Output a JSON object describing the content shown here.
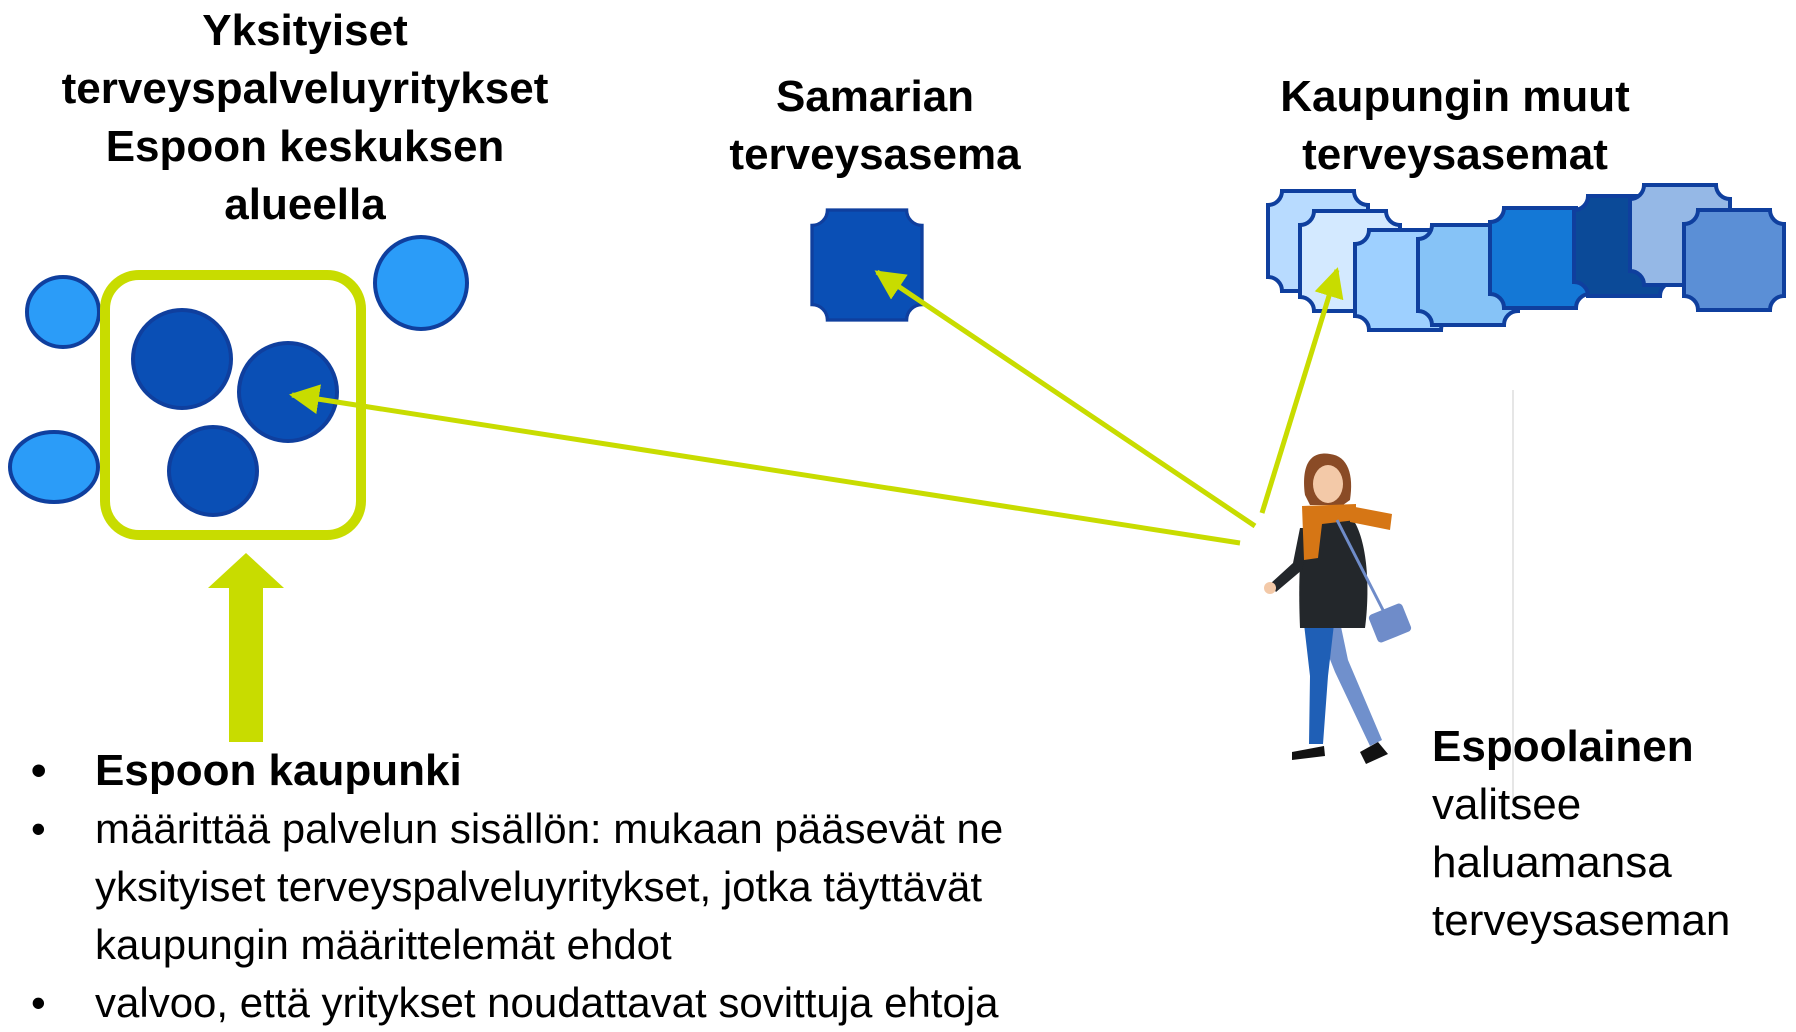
{
  "titles": {
    "private": "Yksityiset terveyspalveluyritykset Espoon keskuksen alueella",
    "samaria": "Samarian terveysasema",
    "other_stations": "Kaupungin muut terveysasemat"
  },
  "resident": {
    "name": "Espoolainen",
    "desc": "valitsee\nhaluamansa\nterveysaseman"
  },
  "city_list": [
    "Espoon kaupunki",
    "määrittää palvelun sisällön: mukaan pääsevät ne yksityiset terveyspalveluyritykset, jotka täyttävät kaupungin määrittelemät ehdot",
    "valvoo, että yritykset noudattavat sovittuja ehtoja"
  ],
  "colors": {
    "accent_green": "#c8dc00",
    "dark_blue": "#0a4fb5",
    "light_blue": "#2b9cf8",
    "outline_blue": "#0f3f9e"
  },
  "icons": {
    "person": "walking-woman-icon"
  }
}
